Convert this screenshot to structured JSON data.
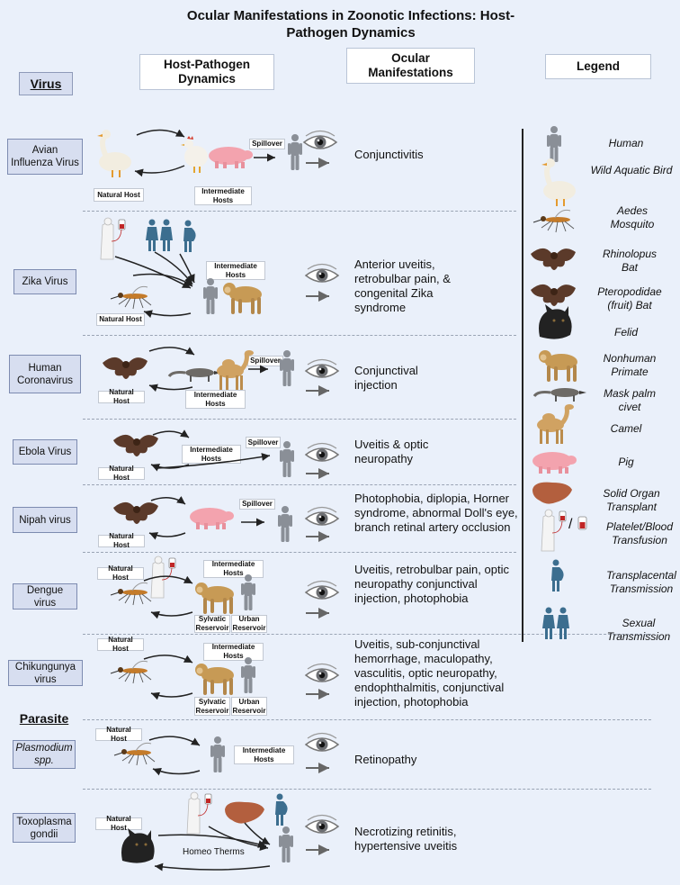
{
  "title": "Ocular Manifestations in Zoonotic Infections: Host-Pathogen Dynamics",
  "headers": {
    "dynamics": "Host-Pathogen Dynamics",
    "manifestations": "Ocular Manifestations",
    "legend": "Legend"
  },
  "categories": {
    "virus": "Virus",
    "parasite": "Parasite"
  },
  "tags": {
    "natural_host": "Natural Host",
    "intermediate_hosts": "Intermediate Hosts",
    "spillover": "Spillover",
    "sylvatic_reservoir": "Sylvatic Reservoir",
    "urban_reservoir": "Urban Reservoir",
    "homeo_therms": "Homeo Therms"
  },
  "pathogens": [
    {
      "name": "Avian Influenza Virus",
      "manifestation": "Conjunctivitis"
    },
    {
      "name": "Zika Virus",
      "manifestation": "Anterior uveitis, retrobulbar pain, & congenital Zika syndrome"
    },
    {
      "name": "Human Coronavirus",
      "manifestation": "Conjunctival injection"
    },
    {
      "name": "Ebola Virus",
      "manifestation": "Uveitis & optic neuropathy"
    },
    {
      "name": "Nipah virus",
      "manifestation": "Photophobia, diplopia, Horner syndrome, abnormal Doll's eye, branch retinal artery occlusion"
    },
    {
      "name": "Dengue virus",
      "manifestation": "Uveitis, retrobulbar pain, optic neuropathy conjunctival injection, photophobia"
    },
    {
      "name": "Chikungunya virus",
      "manifestation": "Uveitis, sub-conjunctival hemorrhage, maculopathy, vasculitis, optic neuropathy, endophthalmitis, conjunctival injection, photophobia"
    },
    {
      "name": "Plasmodium spp.",
      "manifestation": "Retinopathy"
    },
    {
      "name": "Toxoplasma gondii",
      "manifestation": "Necrotizing retinitis, hypertensive uveitis"
    }
  ],
  "legend": [
    {
      "label": "Human",
      "icon": "human-icon"
    },
    {
      "label": "Wild Aquatic Bird",
      "icon": "goose-icon"
    },
    {
      "label": "Aedes Mosquito",
      "icon": "mosquito-icon"
    },
    {
      "label": "Rhinolopus Bat",
      "icon": "bat-icon"
    },
    {
      "label": "Pteropodidae (fruit) Bat",
      "icon": "fruit-bat-icon"
    },
    {
      "label": "Felid",
      "icon": "felid-icon"
    },
    {
      "label": "Nonhuman Primate",
      "icon": "monkey-icon"
    },
    {
      "label": "Mask palm civet",
      "icon": "civet-icon"
    },
    {
      "label": "Camel",
      "icon": "camel-icon"
    },
    {
      "label": "Pig",
      "icon": "pig-icon"
    },
    {
      "label": "Solid Organ Transplant",
      "icon": "liver-icon"
    },
    {
      "label": "Platelet/Blood Transfusion",
      "icon": "blood-bag-icon"
    },
    {
      "label": "Transplacental Transmission",
      "icon": "pregnant-icon"
    },
    {
      "label": "Sexual Transmission",
      "icon": "couple-icon"
    }
  ],
  "colors": {
    "panel": "#eaf0fa",
    "pathogen_box": "#d7def0",
    "human": "#8a8f97",
    "arrow": "#222222",
    "blue_figure": "#3c6e8f"
  }
}
